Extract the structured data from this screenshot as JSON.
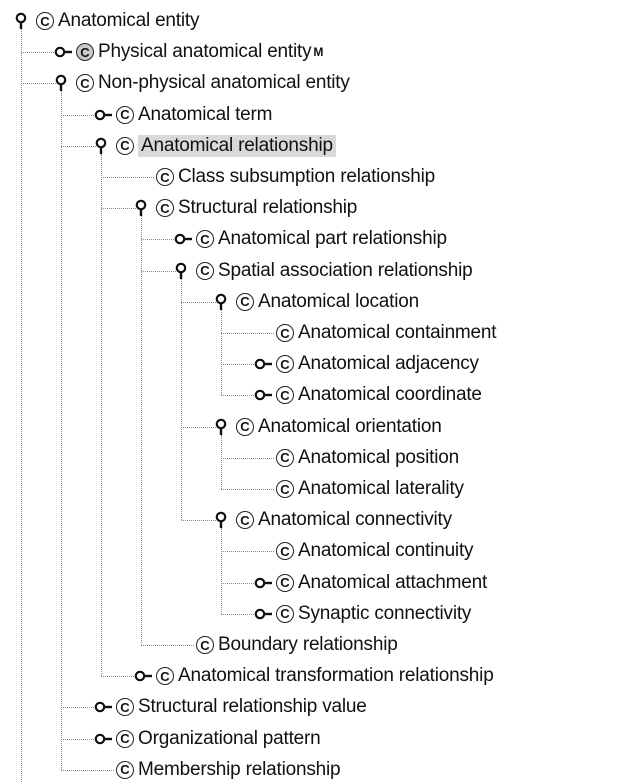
{
  "tree": {
    "nodes": [
      {
        "id": "n0",
        "label": "Anatomical entity",
        "level": 0,
        "state": "expanded",
        "class_icon": "C",
        "hline": false
      },
      {
        "id": "n1",
        "label": "Physical anatomical entity",
        "level": 1,
        "state": "collapsed",
        "class_icon": "C",
        "icon_style": "grey",
        "badge": "M"
      },
      {
        "id": "n2",
        "label": "Non-physical anatomical entity",
        "level": 1,
        "state": "expanded",
        "class_icon": "C"
      },
      {
        "id": "n3",
        "label": "Anatomical term",
        "level": 2,
        "state": "collapsed",
        "class_icon": "C"
      },
      {
        "id": "n4",
        "label": "Anatomical relationship",
        "level": 2,
        "state": "expanded",
        "class_icon": "C",
        "selected": true
      },
      {
        "id": "n5",
        "label": "Class subsumption relationship",
        "level": 3,
        "state": "leaf",
        "class_icon": "C"
      },
      {
        "id": "n6",
        "label": "Structural relationship",
        "level": 3,
        "state": "expanded",
        "class_icon": "C"
      },
      {
        "id": "n7",
        "label": "Anatomical part relationship",
        "level": 4,
        "state": "collapsed",
        "class_icon": "C"
      },
      {
        "id": "n8",
        "label": "Spatial association relationship",
        "level": 4,
        "state": "expanded",
        "class_icon": "C"
      },
      {
        "id": "n9",
        "label": "Anatomical location",
        "level": 5,
        "state": "expanded",
        "class_icon": "C"
      },
      {
        "id": "n10",
        "label": "Anatomical containment",
        "level": 6,
        "state": "leaf",
        "class_icon": "C"
      },
      {
        "id": "n11",
        "label": "Anatomical adjacency",
        "level": 6,
        "state": "collapsed",
        "class_icon": "C"
      },
      {
        "id": "n12",
        "label": "Anatomical coordinate",
        "level": 6,
        "state": "collapsed",
        "class_icon": "C"
      },
      {
        "id": "n13",
        "label": "Anatomical orientation",
        "level": 5,
        "state": "expanded",
        "class_icon": "C"
      },
      {
        "id": "n14",
        "label": "Anatomical position",
        "level": 6,
        "state": "leaf",
        "class_icon": "C"
      },
      {
        "id": "n15",
        "label": "Anatomical laterality",
        "level": 6,
        "state": "leaf",
        "class_icon": "C"
      },
      {
        "id": "n16",
        "label": "Anatomical connectivity",
        "level": 5,
        "state": "expanded",
        "class_icon": "C"
      },
      {
        "id": "n17",
        "label": "Anatomical continuity",
        "level": 6,
        "state": "leaf",
        "class_icon": "C"
      },
      {
        "id": "n18",
        "label": "Anatomical attachment",
        "level": 6,
        "state": "collapsed",
        "class_icon": "C"
      },
      {
        "id": "n19",
        "label": "Synaptic connectivity",
        "level": 6,
        "state": "collapsed",
        "class_icon": "C"
      },
      {
        "id": "n20",
        "label": "Boundary relationship",
        "level": 4,
        "state": "leaf",
        "class_icon": "C"
      },
      {
        "id": "n21",
        "label": "Anatomical transformation relationship",
        "level": 3,
        "state": "collapsed",
        "class_icon": "C"
      },
      {
        "id": "n22",
        "label": "Structural relationship value",
        "level": 2,
        "state": "collapsed",
        "class_icon": "C"
      },
      {
        "id": "n23",
        "label": "Organizational pattern",
        "level": 2,
        "state": "collapsed",
        "class_icon": "C"
      },
      {
        "id": "n24",
        "label": "Membership relationship",
        "level": 2,
        "state": "leaf",
        "class_icon": "C"
      }
    ]
  }
}
